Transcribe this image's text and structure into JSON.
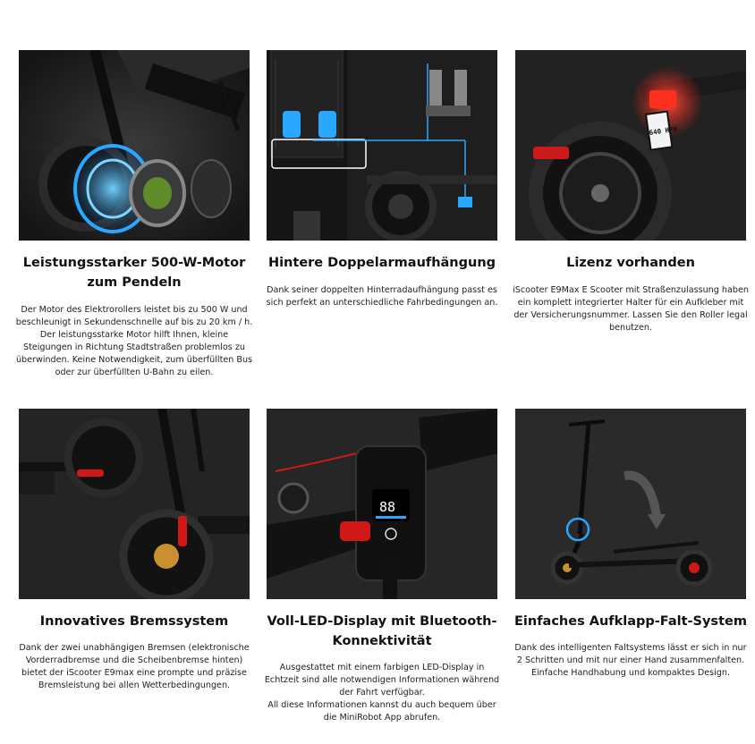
{
  "features": [
    {
      "title": "Leistungsstarker 500-W-Motor zum Pendeln",
      "description": "Der Motor des Elektrorollers leistet bis zu 500 W und beschleunigt in Sekundenschnelle auf bis zu 20 km / h. Der leistungsstarke Motor hilft Ihnen, kleine Steigungen in Richtung Stadtstraßen problemlos zu überwinden. Keine Notwendigkeit, zum überfüllten Bus oder zur überfüllten U-Bahn zu eilen."
    },
    {
      "title": "Hintere Doppelarmaufhängung",
      "description": "Dank seiner doppelten Hinterradaufhängung passt es sich perfekt an unterschiedliche Fahrbedingungen an."
    },
    {
      "title": "Lizenz vorhanden",
      "description": "iScooter E9Max E Scooter mit Straßenzulassung haben ein komplett integrierter Halter für ein Aufkleber mit der Versicherungsnummer. Lassen Sie den Roller legal benutzen.",
      "plate_text": "640 HFH"
    },
    {
      "title": "Innovatives Bremssystem",
      "description": "Dank der zwei unabhängigen Bremsen (elektronische Vorderradbremse und die Scheibenbremse hinten) bietet der iScooter E9max eine prompte und präzise Bremsleistung bei allen Wetterbedingungen."
    },
    {
      "title": "Voll-LED-Display mit Bluetooth-Konnektivität",
      "description": "Ausgestattet mit einem farbigen LED-Display in Echtzeit sind alle notwendigen Informationen während der Fahrt verfügbar.\nAll diese Informationen kannst du auch bequem über die MiniRobot App abrufen.",
      "display_text": "88"
    },
    {
      "title": "Einfaches Aufklapp-Falt-System",
      "description": "Dank des intelligenten Faltsystems lässt er sich in nur 2 Schritten und mit nur einer Hand zusammenfalten. Einfache Handhabung und kompaktes Design."
    }
  ],
  "colors": {
    "image_bg": "#1f1f1f",
    "accent_blue": "#2aa8ff",
    "accent_red": "#e02020"
  }
}
